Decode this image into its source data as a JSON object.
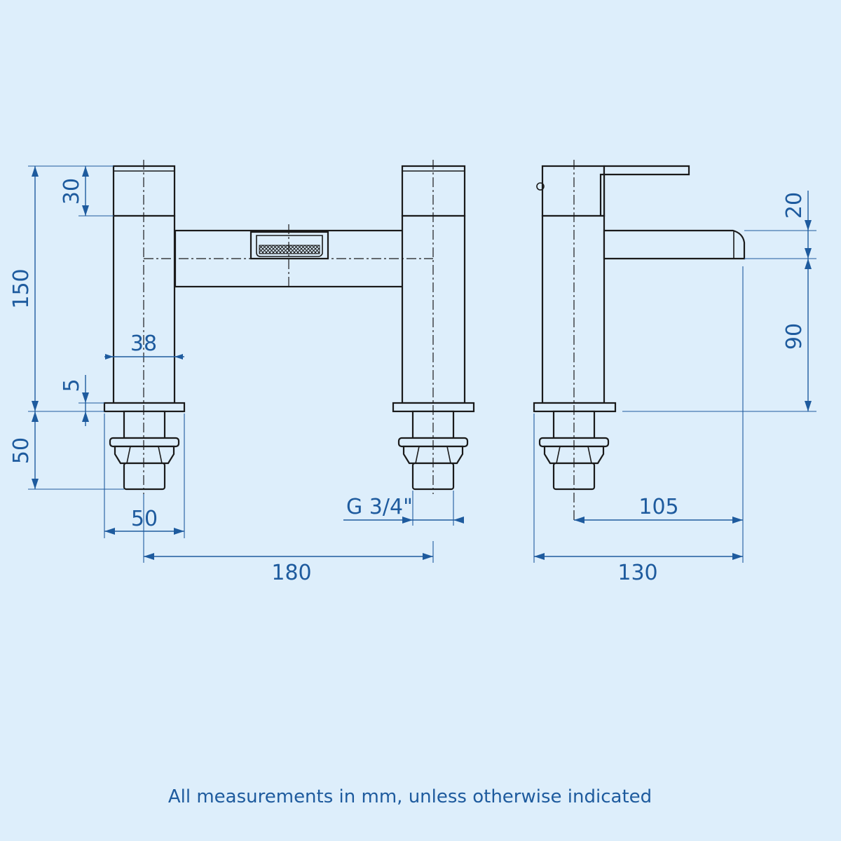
{
  "colors": {
    "background": "#ddeefb",
    "dimension": "#1e5b9e",
    "outline": "#1a1a1a"
  },
  "dimensions": {
    "top_cap_height": "30",
    "total_height": "150",
    "body_width": "38",
    "flange_height": "5",
    "tail_length": "50",
    "base_width": "50",
    "thread": "G 3/4\"",
    "centres": "180",
    "spout_thickness": "20",
    "spout_height": "90",
    "spout_reach": "105",
    "total_depth": "130"
  },
  "footer": {
    "note": "All measurements in mm, unless otherwise indicated"
  }
}
